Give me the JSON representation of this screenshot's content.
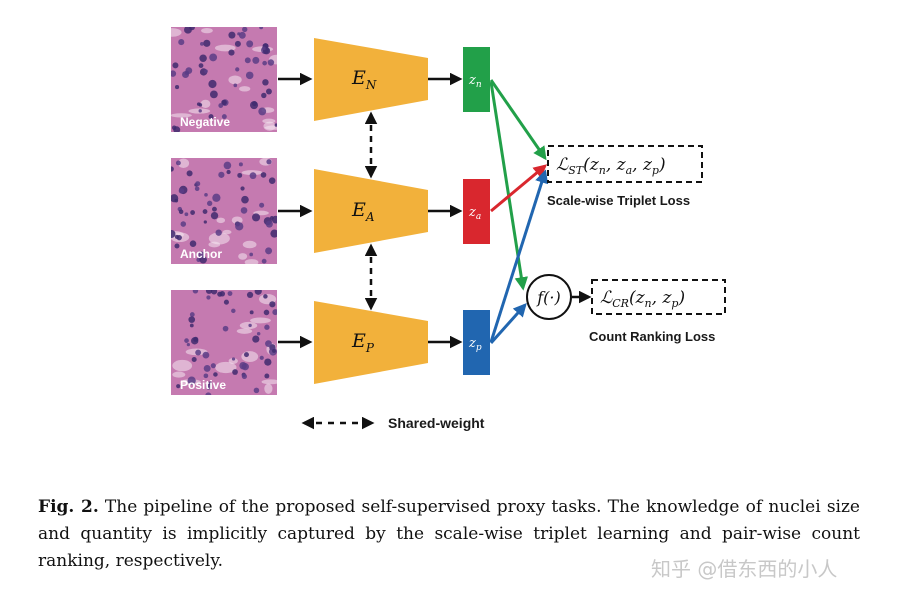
{
  "figure": {
    "tiles": [
      {
        "id": "negative",
        "label": "Negative"
      },
      {
        "id": "anchor",
        "label": "Anchor"
      },
      {
        "id": "positive",
        "label": "Positive"
      }
    ],
    "encoders": [
      {
        "id": "n",
        "base": "E",
        "sub": "N"
      },
      {
        "id": "a",
        "base": "E",
        "sub": "A"
      },
      {
        "id": "p",
        "base": "E",
        "sub": "P"
      }
    ],
    "embeddings": [
      {
        "id": "n",
        "base": "z",
        "sub": "n",
        "color": "#22a049"
      },
      {
        "id": "a",
        "base": "z",
        "sub": "a",
        "color": "#d9272e"
      },
      {
        "id": "p",
        "base": "z",
        "sub": "p",
        "color": "#2166b0"
      }
    ],
    "colors": {
      "encoder": "#f2b13b",
      "tile_base": "#c57ab0",
      "nuclei": "#3f2a6e",
      "arrow": "#111111"
    },
    "losses": {
      "triplet": {
        "script": "ℒ",
        "sub": "ST",
        "args": "(z",
        "a1": "n",
        "comma1": ", z",
        "a2": "a",
        "comma2": ", z",
        "a3": "p",
        "close": ")",
        "caption": "Scale-wise Triplet Loss"
      },
      "count": {
        "script": "ℒ",
        "sub": "CR",
        "args": "(z",
        "a1": "n",
        "comma1": ", z",
        "a2": "p",
        "close": ")",
        "caption": "Count Ranking Loss"
      },
      "function": "f(·)"
    },
    "legend": {
      "label": "Shared-weight"
    }
  },
  "caption": {
    "label": "Fig. 2.",
    "text": "The pipeline of the proposed self-supervised proxy tasks. The knowledge of nuclei size and quantity is implicitly captured by the scale-wise triplet learning and pair-wise count ranking, respectively."
  },
  "watermark": "知乎 @借东西的小人"
}
